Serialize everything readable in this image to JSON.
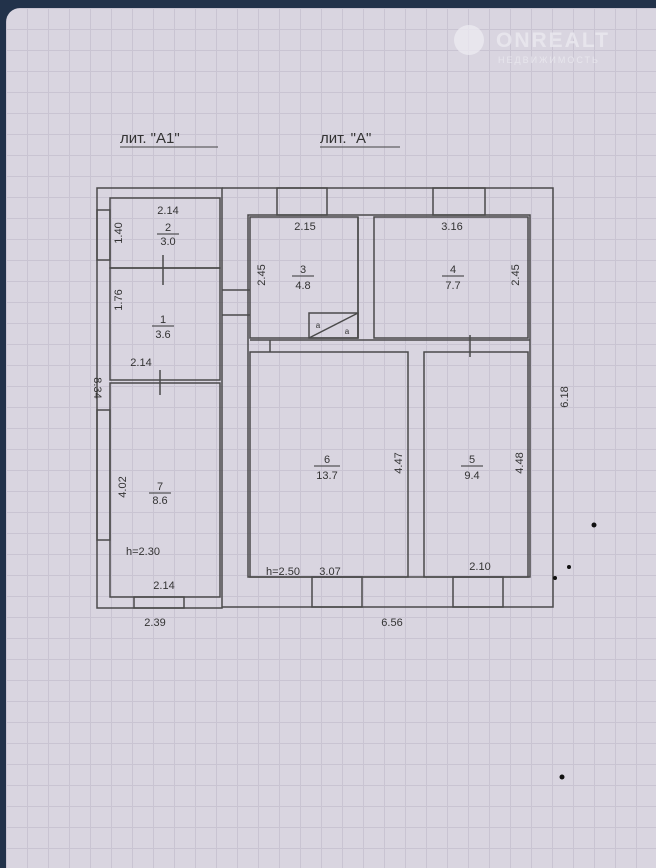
{
  "watermark": {
    "brand": "ONREALT",
    "sub": "НЕДВИЖИМОСТЬ"
  },
  "headings": {
    "lit_a1": "лит. \"А1\"",
    "lit_a": "лит. \"А\""
  },
  "rooms": [
    {
      "num": "2",
      "area": "3.0",
      "width": "2.14",
      "length": "1.40"
    },
    {
      "num": "1",
      "area": "3.6",
      "width": "2.14",
      "length": "1.76"
    },
    {
      "num": "7",
      "area": "8.6",
      "width": "2.14",
      "length": "4.02",
      "height": "h=2.30"
    },
    {
      "num": "3",
      "area": "4.8",
      "width": "2.15",
      "length": "2.45"
    },
    {
      "num": "4",
      "area": "7.7",
      "width": "3.16",
      "length": "2.45"
    },
    {
      "num": "6",
      "area": "13.7",
      "width": "3.07",
      "length": "4.47",
      "height": "h=2.50"
    },
    {
      "num": "5",
      "area": "9.4",
      "width": "2.10",
      "length": "4.48"
    }
  ],
  "overall": {
    "a1_length": "8.34",
    "a1_width": "2.39",
    "a_width": "6.56",
    "a_length": "6.18"
  },
  "stair_marks": [
    "a",
    "a"
  ]
}
